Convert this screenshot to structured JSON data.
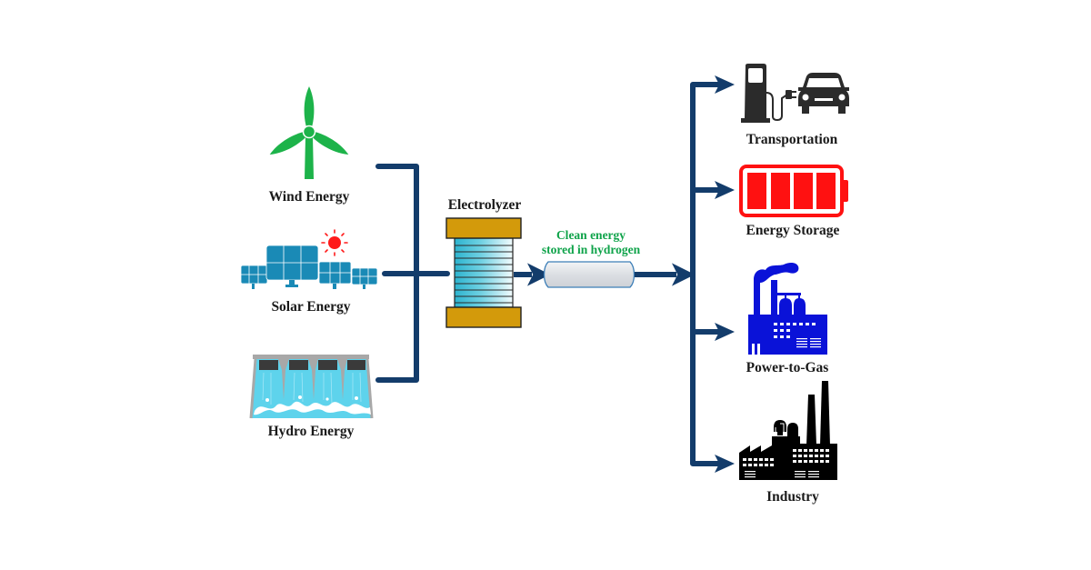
{
  "diagram": {
    "title": "Hydrogen as clean energy carrier",
    "colors": {
      "connector": "#133c6b",
      "wind": "#1db34a",
      "solar_panel": "#1a8ab6",
      "sun": "#ff1a1a",
      "hydro_water": "#5ed3ec",
      "hydro_frame": "#a8a8a8",
      "electrolyzer_plate": "#d39a0b",
      "electrolyzer_coil": "#48bfd6",
      "tank_fill": "#dfe2e6",
      "tank_stroke": "#3d7fb8",
      "green_text": "#0fa34a",
      "transport_icon": "#2b2b2b",
      "battery": "#ff1111",
      "power_to_gas": "#0a12d8",
      "industry": "#000000"
    },
    "sources": [
      {
        "id": "wind",
        "label": "Wind Energy",
        "icon": "wind-turbine-icon"
      },
      {
        "id": "solar",
        "label": "Solar Energy",
        "icon": "solar-panels-icon"
      },
      {
        "id": "hydro",
        "label": "Hydro Energy",
        "icon": "hydro-dam-icon"
      }
    ],
    "converter": {
      "label": "Electrolyzer",
      "icon": "electrolyzer-icon"
    },
    "storage": {
      "label_line1": "Clean energy",
      "label_line2": "stored in hydrogen",
      "icon": "hydrogen-tank-icon"
    },
    "applications": [
      {
        "id": "transport",
        "label": "Transportation",
        "icon": "ev-charging-icon"
      },
      {
        "id": "storage",
        "label": "Energy Storage",
        "icon": "battery-icon"
      },
      {
        "id": "p2g",
        "label": "Power-to-Gas",
        "icon": "power-to-gas-plant-icon"
      },
      {
        "id": "industry",
        "label": "Industry",
        "icon": "factory-icon"
      }
    ]
  }
}
